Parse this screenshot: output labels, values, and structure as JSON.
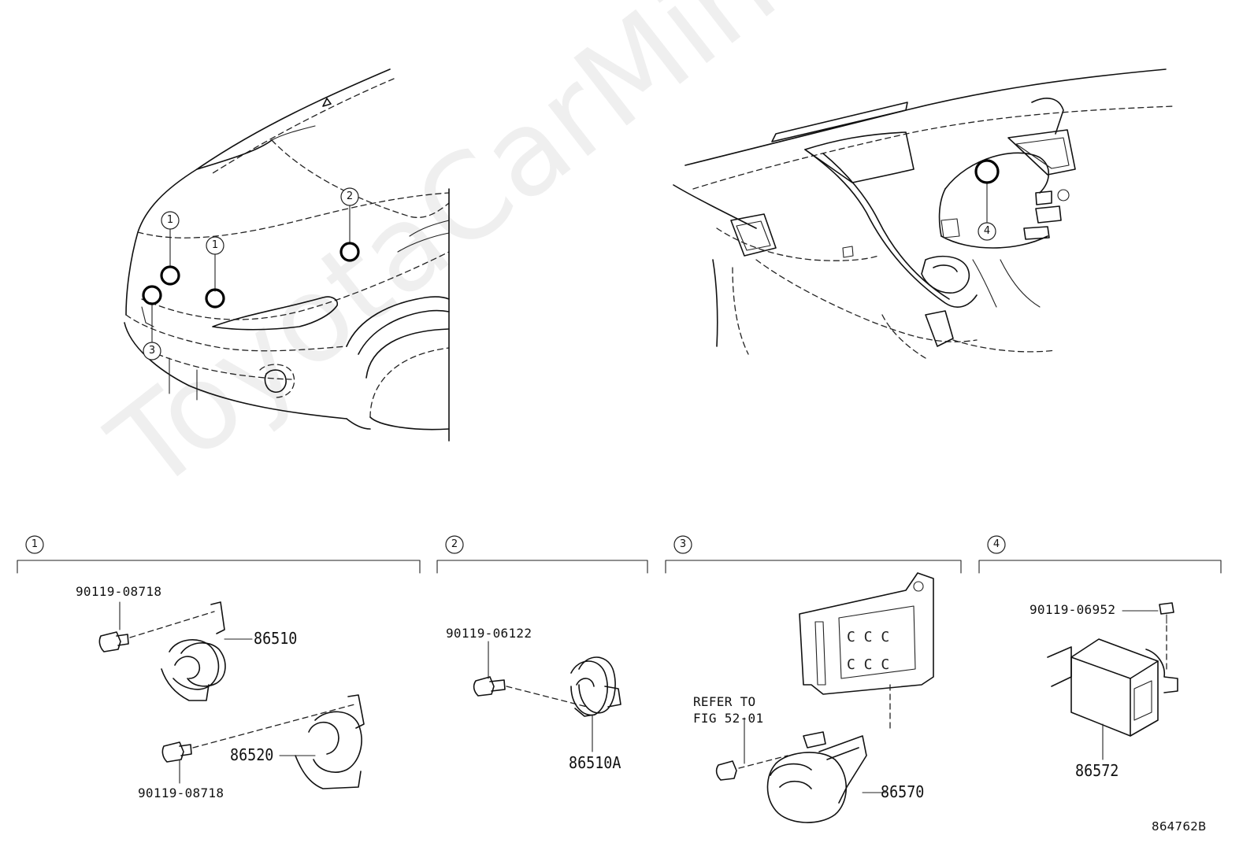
{
  "watermark": "ToyotaCarMini.ru",
  "diagram_id": "864762B",
  "sections": [
    {
      "index": "1",
      "parts": [
        {
          "label": "90119-08718"
        },
        {
          "label": "86510"
        },
        {
          "label": "86520"
        },
        {
          "label": "90119-08718"
        }
      ]
    },
    {
      "index": "2",
      "parts": [
        {
          "label": "90119-06122"
        },
        {
          "label": "86510A"
        }
      ]
    },
    {
      "index": "3",
      "parts": [
        {
          "label": "REFER TO"
        },
        {
          "label": "FIG 52-01"
        },
        {
          "label": "86570"
        }
      ]
    },
    {
      "index": "4",
      "parts": [
        {
          "label": "90119-06952"
        },
        {
          "label": "86572"
        }
      ]
    }
  ],
  "location_callouts": {
    "car_front": [
      "1",
      "1",
      "2",
      "3"
    ],
    "dashboard": [
      "4"
    ]
  }
}
